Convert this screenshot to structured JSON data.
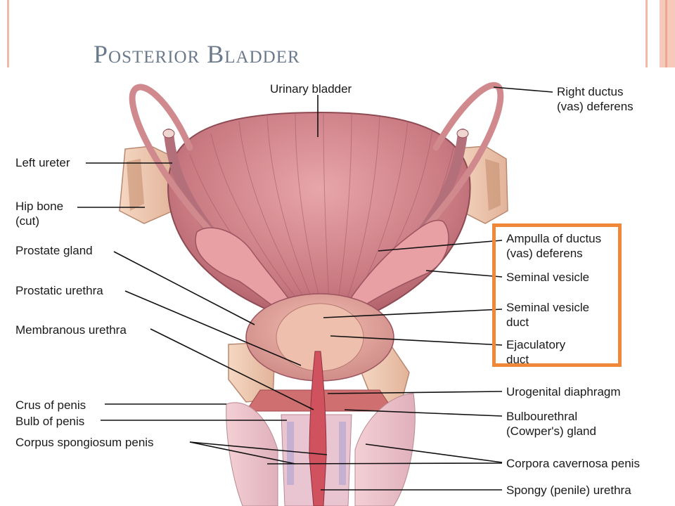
{
  "slide": {
    "title": "Posterior Bladder",
    "highlight_color": "#f0883a",
    "accent_color": "#f2b8a8"
  },
  "labels": {
    "urinary_bladder": "Urinary bladder",
    "right_ductus": [
      "Right ductus",
      "(vas) deferens"
    ],
    "left_ureter": "Left ureter",
    "hip_bone": [
      "Hip bone",
      "(cut)"
    ],
    "prostate_gland": "Prostate gland",
    "prostatic_urethra": "Prostatic urethra",
    "membranous_urethra": "Membranous urethra",
    "crus_of_penis": "Crus of penis",
    "bulb_of_penis": "Bulb of penis",
    "corpus_spongiosum": "Corpus spongiosum penis",
    "ampulla": [
      "Ampulla of ductus",
      "(vas) deferens"
    ],
    "seminal_vesicle": "Seminal vesicle",
    "seminal_vesicle_duct": [
      "Seminal vesicle",
      "duct"
    ],
    "ejaculatory_duct": [
      "Ejaculatory",
      "duct"
    ],
    "urogenital_diaphragm": "Urogenital diaphragm",
    "bulbourethral": [
      "Bulbourethral",
      "(Cowper's) gland"
    ],
    "corpora_cavernosa": "Corpora cavernosa penis",
    "spongy_urethra": "Spongy (penile) urethra"
  }
}
